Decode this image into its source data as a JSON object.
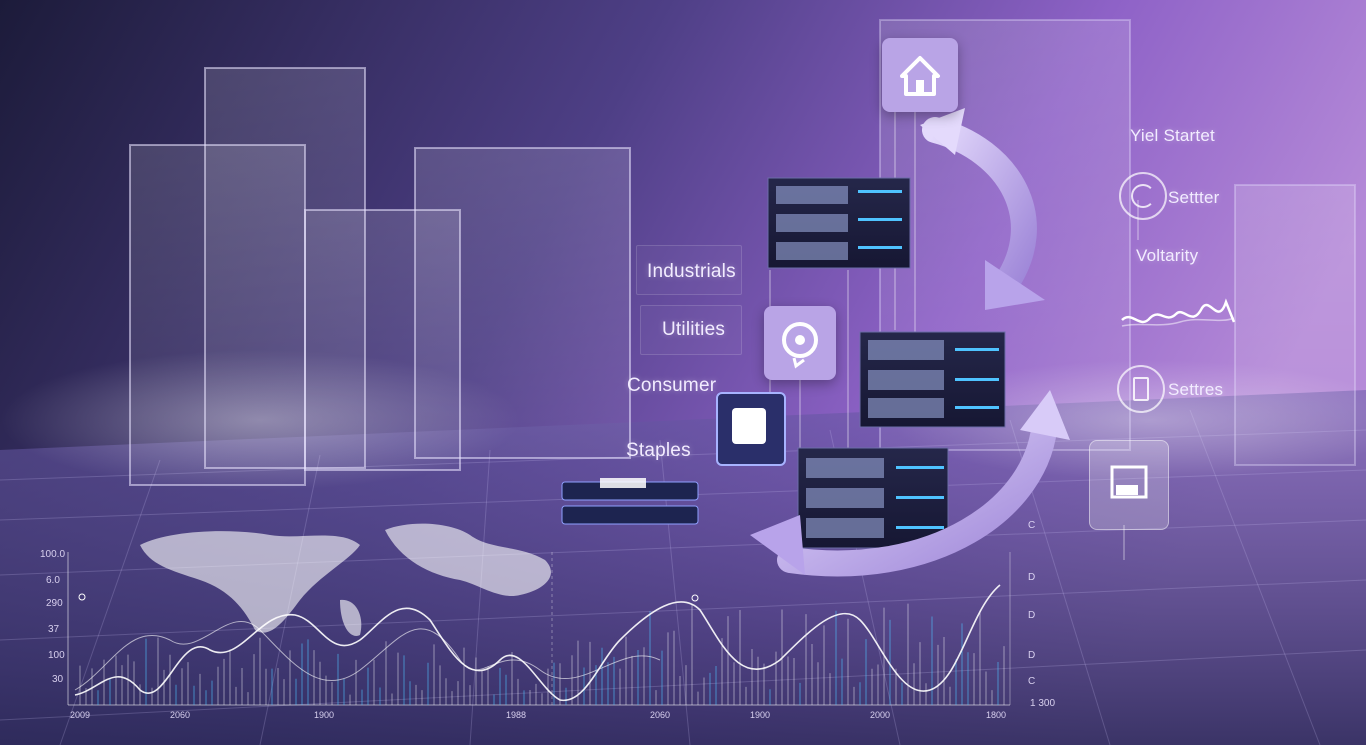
{
  "sector_labels": {
    "industrials": "Industrials",
    "utilities": "Utilities",
    "consumer": "Consumer",
    "staples": "Staples"
  },
  "right_panel": {
    "yield": "Yiel Startet",
    "setter": "Settter",
    "volatility": "Voltarity",
    "settings": "Settres"
  },
  "chart_ticks_left": [
    "100.0",
    "6.0",
    "290",
    "37",
    "100",
    "30"
  ],
  "chart_ticks_bottom": [
    "2009",
    "2060",
    "1900",
    "1988",
    "2060",
    "1900",
    "2000",
    "1800"
  ],
  "chart_ticks_right": [
    "C",
    "D",
    "D",
    "D",
    "C",
    "1 300"
  ],
  "colors": {
    "bg_dark": "#1c1b3a",
    "bg_purple": "#8e62c7",
    "bg_light": "#b58ad8",
    "led_blue": "#4fc3ff",
    "icon_tile": "#b9a4e6",
    "arrow": "#c8b8f0"
  },
  "icons": [
    "house-icon",
    "brain-icon",
    "chip-icon",
    "refresh-icon",
    "wave-icon",
    "device-icon",
    "monitor-icon"
  ]
}
